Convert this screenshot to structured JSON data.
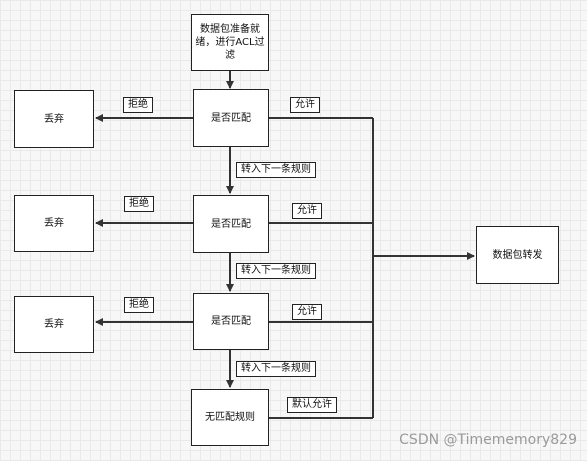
{
  "nodes": {
    "start": "数据包准备就绪，进行ACL过滤",
    "match1": "是否匹配",
    "match2": "是否匹配",
    "match3": "是否匹配",
    "nomatch": "无匹配规则",
    "drop1": "丢弃",
    "drop2": "丢弃",
    "drop3": "丢弃",
    "forward": "数据包转发"
  },
  "labels": {
    "reject1": "拒绝",
    "reject2": "拒绝",
    "reject3": "拒绝",
    "allow1": "允许",
    "allow2": "允许",
    "allow3": "允许",
    "default_allow": "默认允许",
    "next1": "转入下一条规则",
    "next2": "转入下一条规则",
    "next3": "转入下一条规则"
  },
  "watermark": "CSDN @Timememory829"
}
